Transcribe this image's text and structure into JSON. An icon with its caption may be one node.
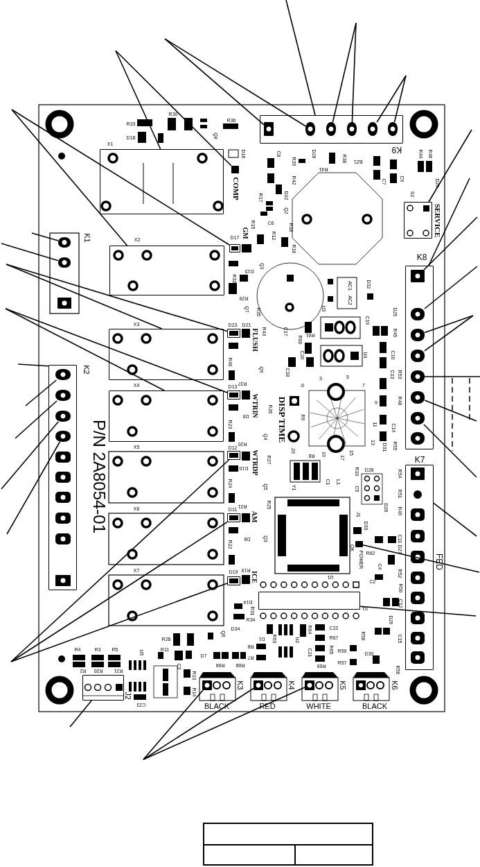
{
  "diagram": {
    "nodes": [
      {
        "text": [],
        "shape": "box"
      },
      {
        "text": [],
        "shape": "box",
        "in": 0
      },
      {
        "text": [],
        "shape": "circle",
        "in": 0
      },
      {
        "text": [],
        "shape": "circle",
        "in": 0
      },
      {
        "text": [],
        "shape": "circle",
        "in": 0
      },
      {
        "text": [],
        "shape": "circle",
        "in": 0
      },
      {
        "text": [],
        "shape": "circle",
        "in": 0
      },
      {
        "text": [],
        "shape": "box"
      },
      {
        "text": [],
        "shape": "box"
      },
      {
        "text": [],
        "shape": "box"
      },
      {
        "text": [],
        "shape": "box"
      },
      {
        "text": [],
        "shape": "circle"
      },
      {
        "text": [],
        "shape": "circle"
      },
      {
        "text": [],
        "shape": "box"
      },
      {
        "text": [],
        "shape": "box"
      },
      {
        "text": [],
        "shape": "box"
      },
      {
        "text": [],
        "shape": "box"
      },
      {
        "text": [],
        "shape": "box"
      },
      {
        "text": [],
        "shape": "circle",
        "in": 17
      },
      {
        "text": [],
        "shape": "circle",
        "in": 17
      },
      {
        "text": [],
        "shape": "circle",
        "in": 17
      },
      {
        "text": [],
        "shape": "circle",
        "in": 17
      },
      {
        "text": [],
        "shape": "box"
      },
      {
        "text": [],
        "shape": "box"
      },
      {
        "text": [],
        "shape": "box"
      },
      {
        "text": [],
        "shape": "box"
      },
      {
        "text": [],
        "shape": "box"
      },
      {
        "text": [],
        "shape": "box"
      },
      {
        "text": [],
        "shape": "box"
      },
      {
        "text": [],
        "shape": "box"
      },
      {
        "text": [],
        "shape": "box"
      },
      {
        "text": [],
        "shape": "box",
        "in": 30
      },
      {
        "text": [],
        "shape": "circle",
        "in": 30
      },
      {
        "text": [],
        "shape": "circle",
        "in": 30
      },
      {
        "text": [],
        "shape": "circle",
        "in": 30
      },
      {
        "text": [],
        "shape": "circle",
        "in": 30
      },
      {
        "text": [],
        "shape": "circle",
        "in": 30
      },
      {
        "text": [],
        "shape": "circle",
        "in": 30
      },
      {
        "text": [],
        "shape": "circle",
        "in": 30
      },
      {
        "text": [],
        "shape": "box"
      },
      {
        "text": [],
        "shape": "box"
      },
      {
        "text": [],
        "shape": "box"
      }
    ],
    "edges": [
      {
        "from": null,
        "to": 1,
        "arrow": "none"
      },
      {
        "from": null,
        "to": 2,
        "arrow": "none"
      },
      {
        "from": null,
        "to": 0,
        "arrow": "none"
      },
      {
        "from": null,
        "to": 3,
        "arrow": "none"
      },
      {
        "from": null,
        "to": 4,
        "arrow": "none"
      },
      {
        "from": null,
        "to": 5,
        "arrow": "none"
      },
      {
        "from": null,
        "to": 6,
        "arrow": "none"
      },
      {
        "from": null,
        "to": 7,
        "arrow": "none"
      },
      {
        "from": null,
        "to": 8,
        "arrow": "none"
      },
      {
        "from": null,
        "to": 9,
        "arrow": "none"
      },
      {
        "from": null,
        "to": 10,
        "arrow": "none"
      },
      {
        "from": null,
        "to": 11,
        "arrow": "none"
      },
      {
        "from": null,
        "to": 12,
        "arrow": "none"
      },
      {
        "from": null,
        "to": 13,
        "arrow": "none"
      },
      {
        "from": null,
        "to": 14,
        "arrow": "none"
      },
      {
        "from": null,
        "to": 15,
        "arrow": "none"
      },
      {
        "from": null,
        "to": 16,
        "arrow": "none"
      },
      {
        "from": null,
        "to": 17,
        "arrow": "none"
      },
      {
        "from": null,
        "to": 18,
        "arrow": "none"
      },
      {
        "from": null,
        "to": 19,
        "arrow": "none"
      },
      {
        "from": null,
        "to": 20,
        "arrow": "none"
      },
      {
        "from": null,
        "to": 21,
        "arrow": "none"
      },
      {
        "from": null,
        "to": 22,
        "arrow": "none"
      },
      {
        "from": null,
        "to": 23,
        "arrow": "none"
      },
      {
        "from": null,
        "to": 24,
        "arrow": "none"
      },
      {
        "from": null,
        "to": 25,
        "arrow": "none"
      },
      {
        "from": null,
        "to": 26,
        "arrow": "none"
      },
      {
        "from": null,
        "to": 27,
        "arrow": "none"
      },
      {
        "from": null,
        "to": 28,
        "arrow": "none"
      },
      {
        "from": null,
        "to": 29,
        "arrow": "none"
      },
      {
        "from": null,
        "to": 30,
        "arrow": "none"
      },
      {
        "from": null,
        "to": 31,
        "arrow": "none"
      },
      {
        "from": null,
        "to": 32,
        "arrow": "none"
      },
      {
        "from": null,
        "to": 33,
        "arrow": "none"
      },
      {
        "from": null,
        "to": 34,
        "arrow": "none"
      },
      {
        "from": null,
        "to": 35,
        "arrow": "none"
      },
      {
        "from": null,
        "to": 36,
        "arrow": "none"
      },
      {
        "from": null,
        "to": 37,
        "arrow": "none"
      },
      {
        "from": null,
        "to": 39,
        "arrow": "none"
      },
      {
        "from": null,
        "to": 40,
        "arrow": "none"
      },
      {
        "from": null,
        "to": 41,
        "arrow": "none"
      }
    ],
    "labels": [
      "R33",
      "R30",
      "R36",
      "Q8",
      "D18",
      "X1",
      "D16",
      "COMP",
      "C8",
      "R39",
      "D28",
      "R41",
      "R38",
      "BZ1",
      "K9",
      "R44",
      "R46",
      "C7",
      "C9",
      "D24",
      "S2",
      "SERVICE",
      "R42",
      "R17",
      "D22",
      "Q2",
      "R15",
      "C6",
      "R18",
      "R12",
      "R16",
      "GM",
      "D17",
      "K1",
      "X2",
      "Q1",
      "D15",
      "R32",
      "AC1",
      "D32",
      "AC2",
      "U3",
      "R29",
      "Q7",
      "R35",
      "D25",
      "D23",
      "D21",
      "C19",
      "FLUSH",
      "R43",
      "C17",
      "R60",
      "R61",
      "R45",
      "C20",
      "U4",
      "C10",
      "R40",
      "Q9",
      "C18",
      "C13",
      "R53",
      "R37",
      "D13",
      ".6",
      "3",
      "5",
      "7",
      "R48",
      "9",
      "WTRIN",
      "R26",
      "D9",
      "DISP TIME",
      "R9",
      "R23",
      "11",
      "C14",
      "Q4",
      "13",
      "R20",
      "D12",
      "D31",
      "R55",
      "20",
      "19",
      "R8",
      "17",
      "15",
      "K7",
      "WTRDP",
      "R27",
      "D10",
      "R10",
      "D28",
      "R54",
      "C1",
      "L1",
      "R24",
      "Q5",
      "Y1",
      "C5",
      "R51",
      "R21",
      "R25",
      "D11",
      "D26",
      "R49",
      "J1",
      "AM",
      "D33",
      "C11",
      "D8",
      "Q3",
      "R22",
      "R62",
      "OK",
      "POWER",
      "D27",
      "FED",
      "C4",
      "R19",
      "D19",
      "ICE",
      "U1",
      "R52",
      "C2",
      "R50",
      "X3",
      "X4",
      "X5",
      "X6",
      "X7",
      "K2",
      "P/N 2A8054-01",
      "D14",
      "S1",
      "C12",
      "R31",
      "R34",
      "D29",
      "D34",
      "C22",
      "R64",
      "Q6",
      "R58",
      "R67",
      "D1",
      "R63",
      "U2",
      "R28",
      "C15",
      "R8",
      "R4",
      "R3",
      "R5",
      "R11",
      "R65",
      "R59",
      "U5",
      "C21",
      "D30",
      "D7",
      "R7",
      "R57",
      "R66",
      "R68",
      "R69",
      "C3",
      "R56",
      "R2",
      "R20",
      "R21",
      "R13",
      "K3",
      "K4",
      "K5",
      "K6",
      "R14",
      "J2",
      "C23",
      "BLACK",
      "RED",
      "WHITE",
      "BLACK",
      "K8"
    ]
  }
}
